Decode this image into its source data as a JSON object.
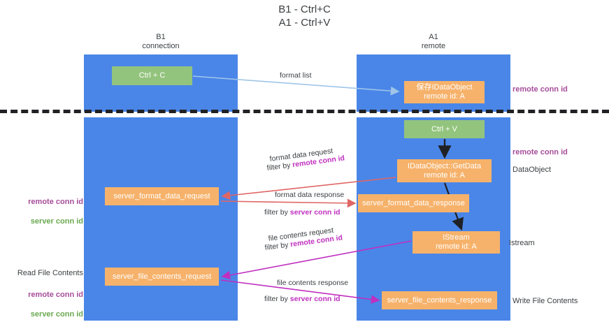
{
  "title": "B1 - Ctrl+C\nA1 - Ctrl+V",
  "columns": [
    {
      "name": "b1",
      "label": "B1\nconnection"
    },
    {
      "name": "a1",
      "label": "A1\nremote"
    }
  ],
  "nodes": {
    "ctrl_c": "Ctrl + C",
    "save_idataobject": "保存IDataObject\nremote id: A",
    "ctrl_v": "Ctrl + V",
    "getdata": "IDataObject::GetData\nremote id: A",
    "server_format_data_request": "server_format_data_request",
    "server_format_data_response": "server_format_data_response",
    "istream": "IStream\nremote id: A",
    "server_file_contents_request": "server_file_contents_request",
    "server_file_contents_response": "server_file_contents_response"
  },
  "right_labels": {
    "remote_conn_id_top": "remote conn id",
    "remote_conn_id_mid": "remote conn id",
    "dataobject": "DataObject",
    "istream": "Istream",
    "write_file_contents": "Write File Contents"
  },
  "left_labels": {
    "remote_conn_id": "remote conn id",
    "server_conn_id": "server conn id",
    "read_file_contents": "Read File Contents",
    "remote_conn_id_2": "remote conn id",
    "server_conn_id_2": "server conn id"
  },
  "flows": {
    "format_list": "format list",
    "format_data_request": "format data request",
    "filter_by": "filter by ",
    "filter_remote_conn_id": "remote conn id",
    "format_data_response": "format data response",
    "filter_server_conn_id": "server conn id",
    "file_contents_request": "file contents request",
    "file_contents_response": "file contents response"
  },
  "colors": {
    "lane": "#4a86e8",
    "green_node": "#93c47d",
    "orange_node": "#f6b26b",
    "remote_conn_id": "#a64d9a",
    "server_conn_id_green": "#6aa84f",
    "server_conn_id_magenta": "#c02fc0",
    "arrow_format_list": "#9fc5e8",
    "arrow_format_data": "#e06666",
    "arrow_file_contents": "#c02fc0",
    "arrow_black": "#202124",
    "divider": "#202124"
  }
}
